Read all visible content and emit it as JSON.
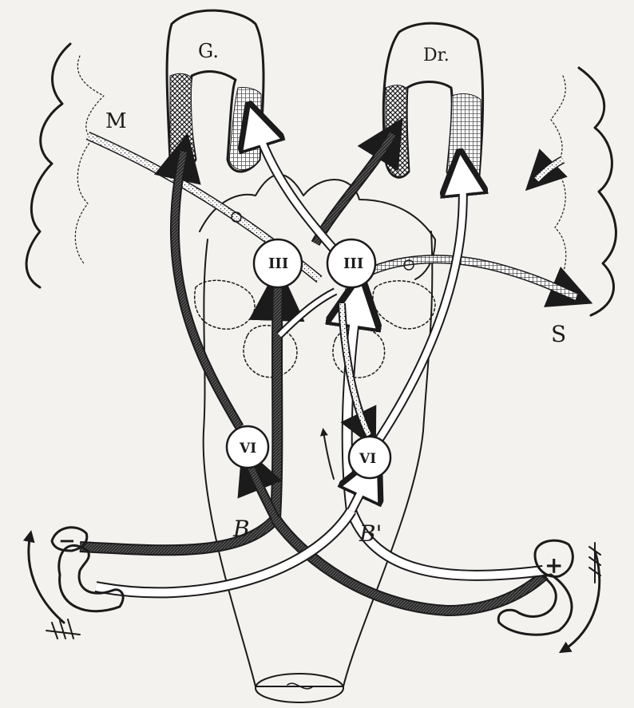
{
  "labels": {
    "left_eye": "G.",
    "right_eye": "Dr.",
    "muscle": "M",
    "s_label": "S",
    "tract_left": "B",
    "tract_right": "B'",
    "nucleus_iii_left": "III",
    "nucleus_iii_right": "III",
    "nucleus_vi_left": "VI",
    "nucleus_vi_right": "VI",
    "polarity_left": "−",
    "polarity_right": "+"
  },
  "colors": {
    "ink": "#1b1b1b",
    "paper": "#f3f2ef",
    "dark_pathway": "#3b3b3b",
    "light_pathway": "#ffffff"
  },
  "icons": {
    "left_rotation": "curved-arrow-up-icon",
    "right_rotation": "curved-arrow-down-icon",
    "left_feather": "feather-arrow-icon",
    "right_feather": "feather-arrow-icon"
  }
}
